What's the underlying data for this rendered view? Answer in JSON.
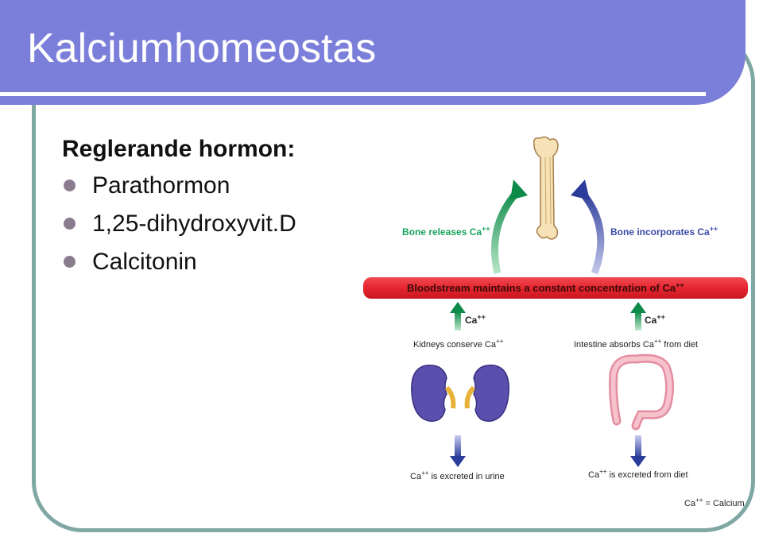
{
  "title": "Kalciumhomeostas",
  "subheading": "Reglerande hormon:",
  "bullets": [
    "Parathormon",
    "1,25-dihydroxyvit.D",
    "Calcitonin"
  ],
  "diagram": {
    "bone_releases": "Bone releases Ca",
    "bone_incorporates": "Bone incorporates Ca",
    "bloodstream": "Bloodstream maintains a constant concentration of Ca",
    "ca_left": "Ca",
    "ca_right": "Ca",
    "kidneys": "Kidneys conserve Ca",
    "intestine_prefix": "Intestine absorbs Ca",
    "intestine_suffix": " from diet",
    "urine_suffix": " is excreted in urine",
    "urine_ca": "Ca",
    "diet_ca": "Ca",
    "diet_suffix": " is excreted from diet",
    "legend_ca": "Ca",
    "legend_suffix": " = Calcium",
    "superscript": "++"
  },
  "colors": {
    "title_bar": "#7b7fd9",
    "frame": "#7fa7a4",
    "green_arrow": "#1aa35c",
    "blue_arrow": "#3a4aa8",
    "blood_band": "#e5262f",
    "kidney": "#5b4fae",
    "intestine": "#f0a8b4"
  }
}
